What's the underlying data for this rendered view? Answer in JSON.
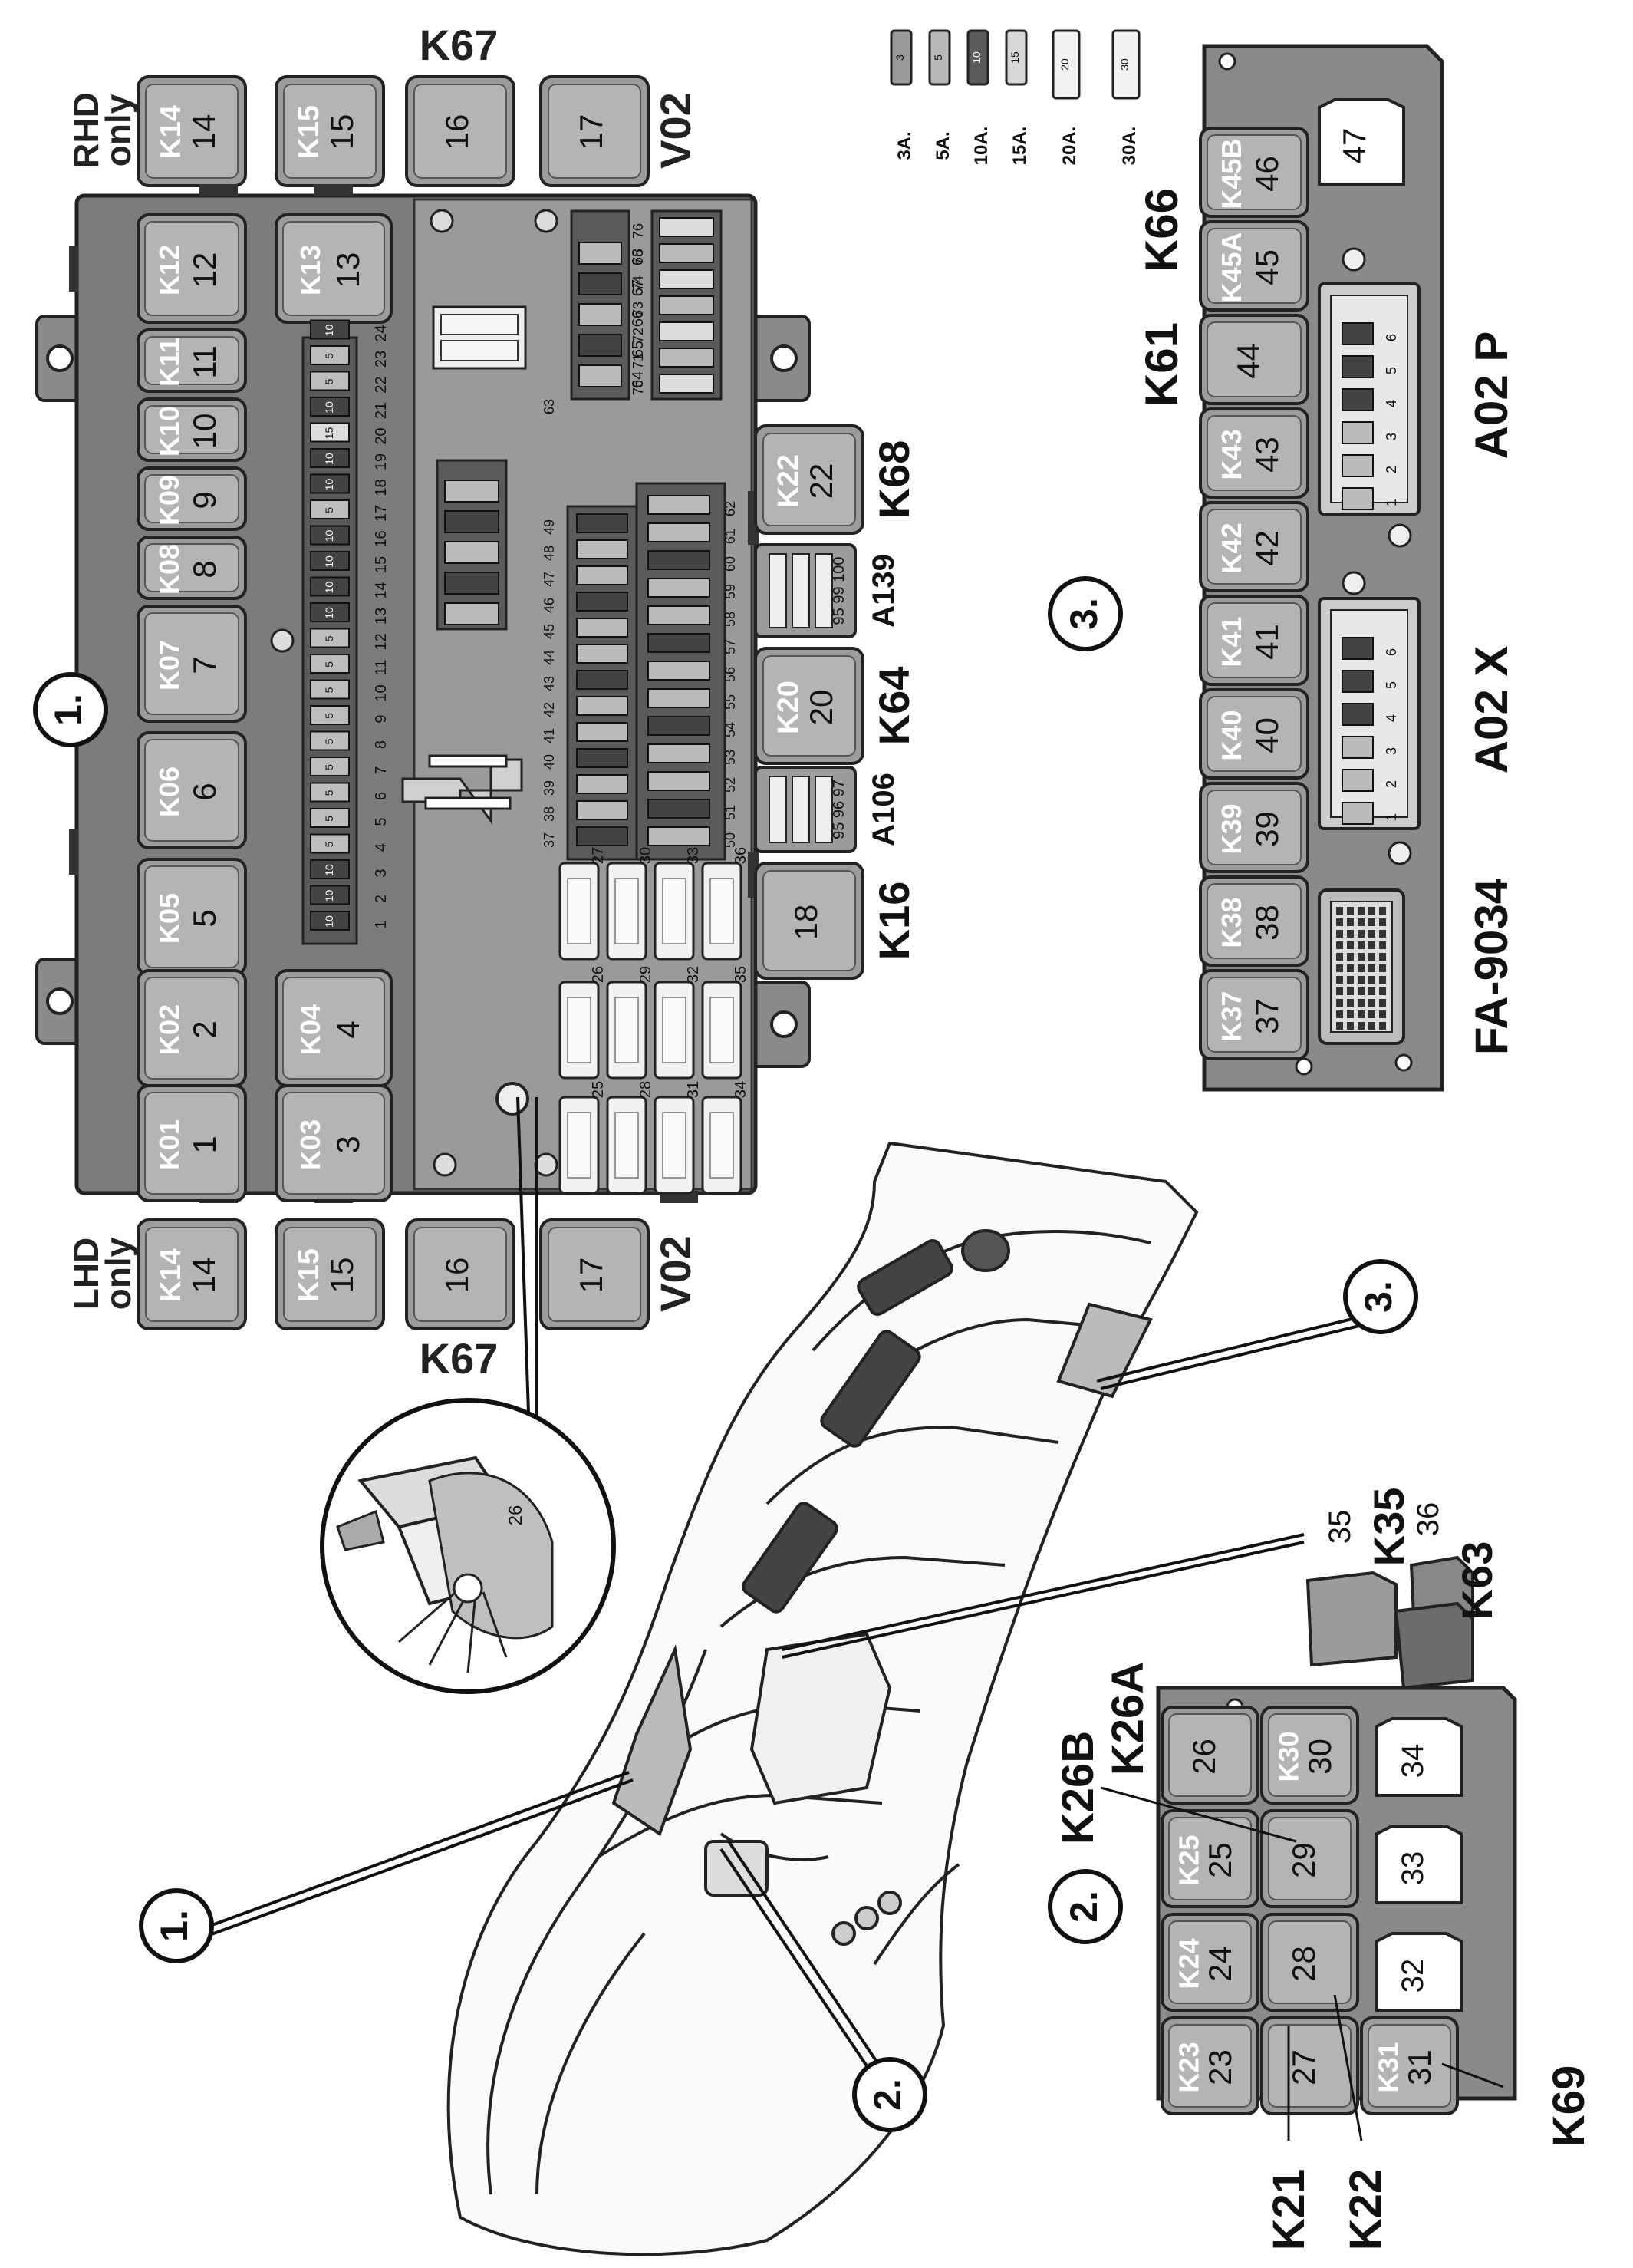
{
  "panel1": {
    "callout": "1.",
    "relays": [
      {
        "id": "relay-1",
        "code": "K01",
        "num": "1"
      },
      {
        "id": "relay-2",
        "code": "K02",
        "num": "2"
      },
      {
        "id": "relay-3",
        "code": "K03",
        "num": "3"
      },
      {
        "id": "relay-4",
        "code": "K04",
        "num": "4"
      },
      {
        "id": "relay-5",
        "code": "K05",
        "num": "5"
      },
      {
        "id": "relay-6",
        "code": "K06",
        "num": "6"
      },
      {
        "id": "relay-7",
        "code": "K07",
        "num": "7"
      },
      {
        "id": "relay-8",
        "code": "K08",
        "num": "8"
      },
      {
        "id": "relay-9",
        "code": "K09",
        "num": "9"
      },
      {
        "id": "relay-10",
        "code": "K10",
        "num": "10"
      },
      {
        "id": "relay-11",
        "code": "K11",
        "num": "11"
      },
      {
        "id": "relay-12",
        "code": "K12",
        "num": "12"
      },
      {
        "id": "relay-13",
        "code": "K13",
        "num": "13"
      },
      {
        "id": "relay-18",
        "code": "",
        "num": "18"
      },
      {
        "id": "relay-20",
        "code": "K20",
        "num": "20"
      },
      {
        "id": "relay-22",
        "code": "K22",
        "num": "22"
      }
    ],
    "fuse_numbers_row1": [
      "1",
      "2",
      "3",
      "4",
      "5",
      "6",
      "7",
      "8",
      "9",
      "10",
      "11",
      "12",
      "13",
      "14",
      "15",
      "16",
      "17",
      "18",
      "19",
      "20",
      "21",
      "22",
      "23",
      "24"
    ],
    "fuse_ratings_row1": [
      "10",
      "10",
      "10",
      "5",
      "5",
      "5",
      "5",
      "5",
      "5",
      "5",
      "5",
      "5",
      "10",
      "10",
      "10",
      "10",
      "5",
      "10",
      "10",
      "15",
      "10",
      "5",
      "5",
      "10"
    ],
    "fuse_numbers_mid": [
      "37",
      "38",
      "39",
      "40",
      "41",
      "42",
      "43",
      "44",
      "45",
      "46",
      "47",
      "48",
      "49"
    ],
    "fuse_numbers_low": [
      "50",
      "51",
      "52",
      "53",
      "54",
      "55",
      "56",
      "57",
      "58",
      "59",
      "60",
      "61",
      "62"
    ],
    "fuse_numbers_big": [
      "25",
      "26",
      "27",
      "28",
      "29",
      "30",
      "31",
      "32",
      "33",
      "34",
      "35",
      "36"
    ],
    "fuse_numbers_top_a": [
      "64",
      "65",
      "66",
      "67",
      "68"
    ],
    "fuse_numbers_top_b": [
      "70",
      "71",
      "72",
      "73",
      "74",
      "75",
      "76"
    ],
    "fuse_63": "63",
    "a139": {
      "label": "A139",
      "nums": [
        "95",
        "99",
        "100"
      ]
    },
    "a106": {
      "label": "A106",
      "nums": [
        "95",
        "96",
        "97"
      ]
    },
    "side_labels": {
      "k16": "K16",
      "k64": "K64",
      "k68": "K68"
    }
  },
  "optional_relays": {
    "rhd": "RHD only",
    "lhd": "LHD only",
    "k67_top": "K67",
    "k67_bottom": "K67",
    "v02_top": "V02",
    "v02_bottom": "V02",
    "items": [
      {
        "code": "K14",
        "num": "14"
      },
      {
        "code": "K15",
        "num": "15"
      },
      {
        "code": "",
        "num": "16"
      },
      {
        "code": "",
        "num": "17"
      }
    ]
  },
  "legend": {
    "fuses": [
      {
        "rating": "3A.",
        "value": "3",
        "color": "#9a9a9a"
      },
      {
        "rating": "5A.",
        "value": "5",
        "color": "#b8b8b8"
      },
      {
        "rating": "10A.",
        "value": "10",
        "color": "#5a5a5a"
      },
      {
        "rating": "15A.",
        "value": "15",
        "color": "#d8d8d8"
      },
      {
        "rating": "20A.",
        "value": "20",
        "color": "#f2f2f2"
      },
      {
        "rating": "30A.",
        "value": "30",
        "color": "#f2f2f2"
      }
    ]
  },
  "panel3": {
    "callout": "3.",
    "relays": [
      {
        "code": "K37",
        "num": "37"
      },
      {
        "code": "K38",
        "num": "38"
      },
      {
        "code": "K39",
        "num": "39"
      },
      {
        "code": "K40",
        "num": "40"
      },
      {
        "code": "K41",
        "num": "41"
      },
      {
        "code": "K42",
        "num": "42"
      },
      {
        "code": "K43",
        "num": "43"
      },
      {
        "code": "",
        "num": "44"
      },
      {
        "code": "K45A",
        "num": "45"
      },
      {
        "code": "K45B",
        "num": "46"
      }
    ],
    "socket_47": "47",
    "a02x": "A02 X",
    "a02p": "A02 P",
    "fa": "FA-9034",
    "k61": "K61",
    "k66": "K66",
    "module_nums": [
      "1",
      "2",
      "3",
      "4",
      "5",
      "6"
    ]
  },
  "panel2": {
    "callout": "2.",
    "relays": [
      {
        "code": "K23",
        "num": "23"
      },
      {
        "code": "K24",
        "num": "24"
      },
      {
        "code": "K25",
        "num": "25"
      },
      {
        "code": "",
        "num": "26"
      },
      {
        "code": "",
        "num": "27"
      },
      {
        "code": "",
        "num": "28"
      },
      {
        "code": "",
        "num": "29"
      },
      {
        "code": "K30",
        "num": "30"
      },
      {
        "code": "K31",
        "num": "31"
      }
    ],
    "sockets": [
      "32",
      "33",
      "34"
    ],
    "labels": {
      "k26b": "K26B",
      "k26a": "K26A",
      "k21": "K21",
      "k22": "K22",
      "k69": "K69"
    },
    "extra": {
      "n35": "35",
      "k35": "K35",
      "n36": "36",
      "k63": "K63"
    }
  },
  "detail": {
    "num": "26"
  },
  "callouts_on_vehicle": [
    "1.",
    "2.",
    "3."
  ]
}
